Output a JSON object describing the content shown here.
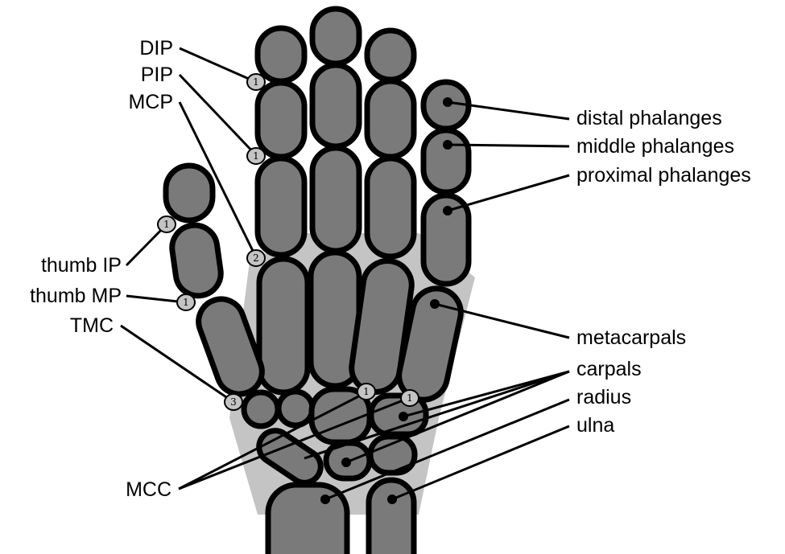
{
  "labels": {
    "dip": "DIP",
    "pip": "PIP",
    "mcp": "MCP",
    "thumb_ip": "thumb IP",
    "thumb_mp": "thumb MP",
    "tmc": "TMC",
    "mcc": "MCC",
    "distal_phalanges": "distal phalanges",
    "middle_phalanges": "middle phalanges",
    "proximal_phalanges": "proximal phalanges",
    "metacarpals": "metacarpals",
    "carpals": "carpals",
    "radius": "radius",
    "ulna": "ulna"
  },
  "badges": {
    "dip": "1",
    "pip": "1",
    "mcp": "2",
    "thumb_ip": "1",
    "thumb_mp": "1",
    "tmc": "3",
    "carpal_center": "1",
    "carpal_right": "1"
  },
  "colors": {
    "bone": "#7a7a7a",
    "palm": "#c4c4c4",
    "outline": "#000000",
    "badge": "#c4c4c4"
  }
}
